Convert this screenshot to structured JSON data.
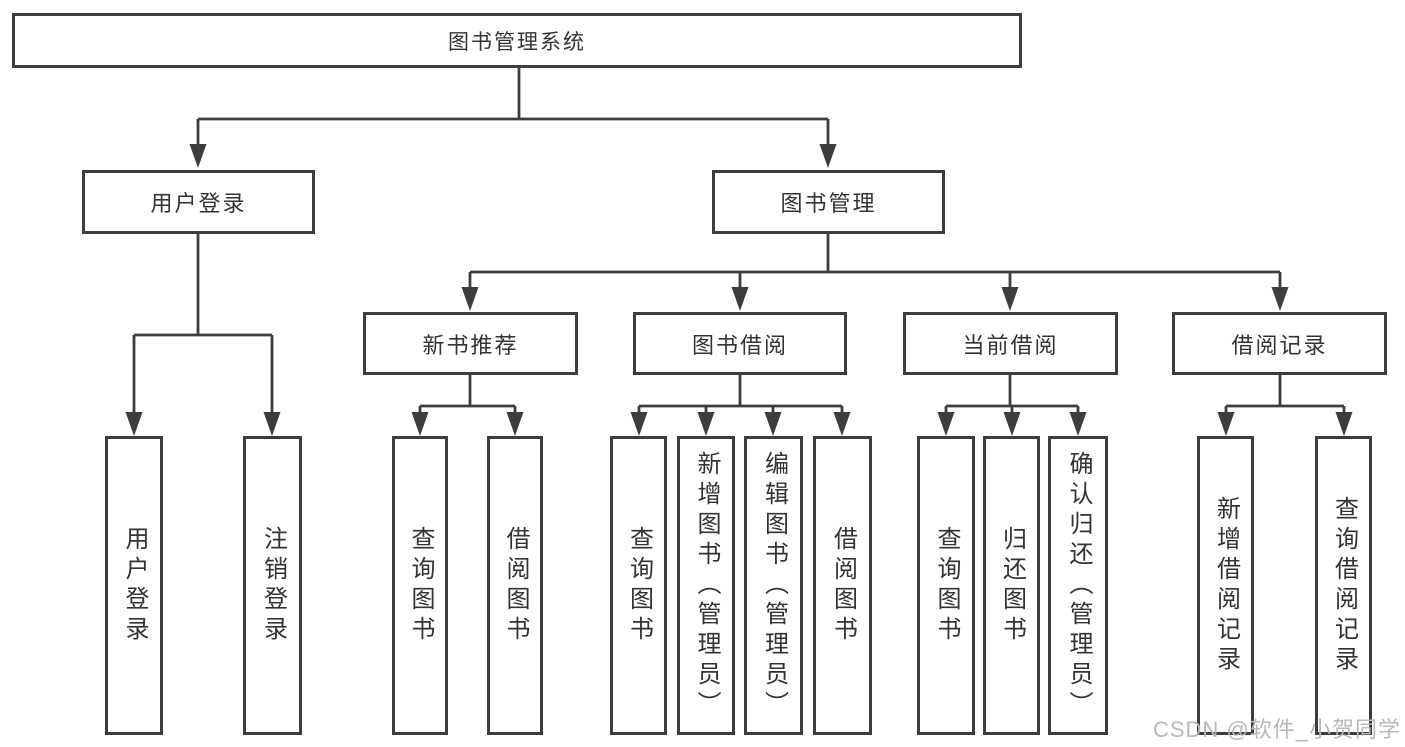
{
  "colors": {
    "line": "#3d3d3d",
    "text": "#333333",
    "watermark": "#b9b9b9",
    "background": "#ffffff"
  },
  "tree": {
    "root": "图书管理系统",
    "branches": [
      {
        "label": "用户登录",
        "children": [
          "用户登录",
          "注销登录"
        ]
      },
      {
        "label": "图书管理",
        "groups": [
          {
            "label": "新书推荐",
            "children": [
              "查询图书",
              "借阅图书"
            ]
          },
          {
            "label": "图书借阅",
            "children": [
              "查询图书",
              "新增图书（管理员）",
              "编辑图书（管理员）",
              "借阅图书"
            ]
          },
          {
            "label": "当前借阅",
            "children": [
              "查询图书",
              "归还图书",
              "确认归还（管理员）"
            ]
          },
          {
            "label": "借阅记录",
            "children": [
              "新增借阅记录",
              "查询借阅记录"
            ]
          }
        ]
      }
    ]
  },
  "watermark": "CSDN @软件_小贺同学"
}
